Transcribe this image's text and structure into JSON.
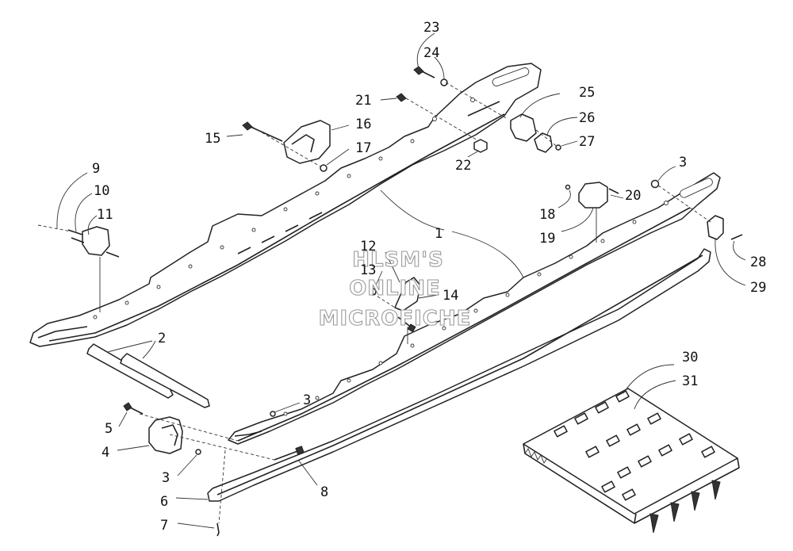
{
  "watermark": {
    "line1": "HLSM'S",
    "line2": "ONLINE",
    "line3": "MICROFICHE"
  },
  "callouts": [
    {
      "id": "c1",
      "text": "1"
    },
    {
      "id": "c2",
      "text": "2"
    },
    {
      "id": "c3a",
      "text": "3"
    },
    {
      "id": "c3b",
      "text": "3"
    },
    {
      "id": "c3c",
      "text": "3"
    },
    {
      "id": "c4",
      "text": "4"
    },
    {
      "id": "c5",
      "text": "5"
    },
    {
      "id": "c6",
      "text": "6"
    },
    {
      "id": "c7",
      "text": "7"
    },
    {
      "id": "c8",
      "text": "8"
    },
    {
      "id": "c9",
      "text": "9"
    },
    {
      "id": "c10",
      "text": "10"
    },
    {
      "id": "c11",
      "text": "11"
    },
    {
      "id": "c12",
      "text": "12"
    },
    {
      "id": "c13",
      "text": "13"
    },
    {
      "id": "c14",
      "text": "14"
    },
    {
      "id": "c15",
      "text": "15"
    },
    {
      "id": "c16",
      "text": "16"
    },
    {
      "id": "c17",
      "text": "17"
    },
    {
      "id": "c18",
      "text": "18"
    },
    {
      "id": "c19",
      "text": "19"
    },
    {
      "id": "c20",
      "text": "20"
    },
    {
      "id": "c21",
      "text": "21"
    },
    {
      "id": "c22",
      "text": "22"
    },
    {
      "id": "c23",
      "text": "23"
    },
    {
      "id": "c24",
      "text": "24"
    },
    {
      "id": "c25",
      "text": "25"
    },
    {
      "id": "c26",
      "text": "26"
    },
    {
      "id": "c27",
      "text": "27"
    },
    {
      "id": "c28",
      "text": "28"
    },
    {
      "id": "c29",
      "text": "29"
    },
    {
      "id": "c30",
      "text": "30"
    },
    {
      "id": "c31",
      "text": "31"
    }
  ]
}
